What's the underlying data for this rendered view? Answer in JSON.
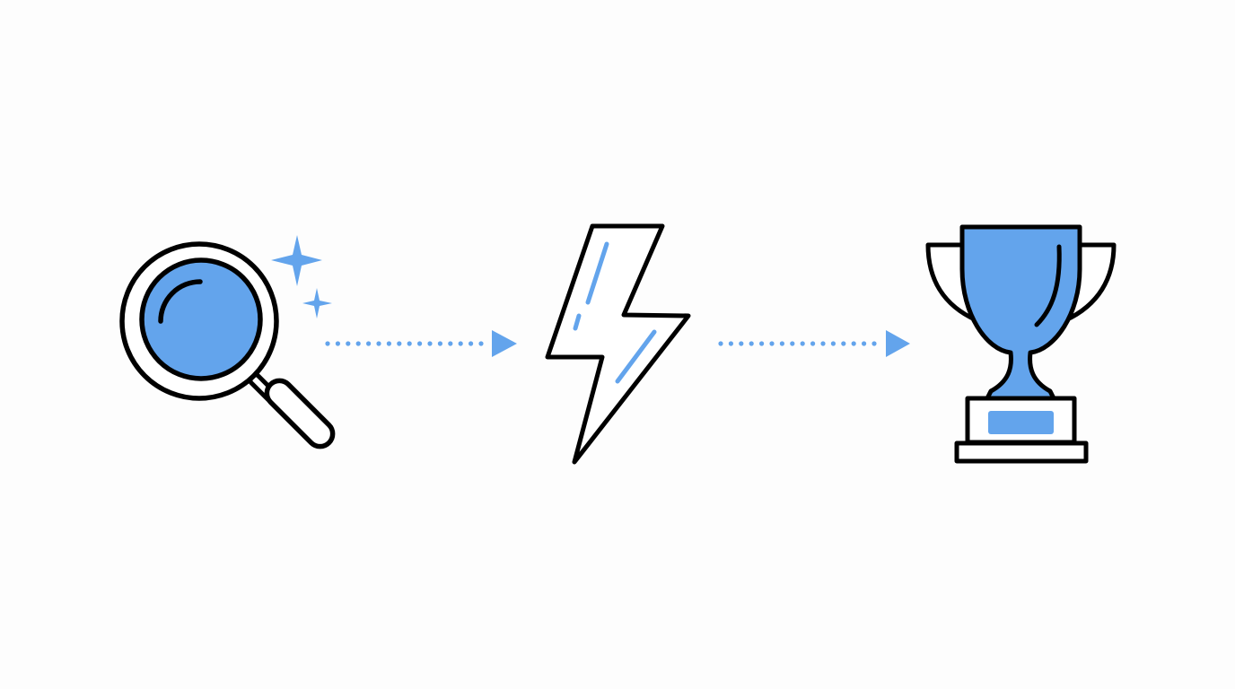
{
  "diagram": {
    "steps": [
      {
        "icon": "magnifying-glass-sparkle-icon"
      },
      {
        "icon": "lightning-bolt-icon"
      },
      {
        "icon": "trophy-icon"
      }
    ],
    "connectors": [
      {
        "style": "dotted-arrow",
        "from": 0,
        "to": 1
      },
      {
        "style": "dotted-arrow",
        "from": 1,
        "to": 2
      }
    ]
  },
  "colors": {
    "accent": "#63a4ec",
    "stroke": "#000000",
    "background": "#fdfdfd"
  }
}
